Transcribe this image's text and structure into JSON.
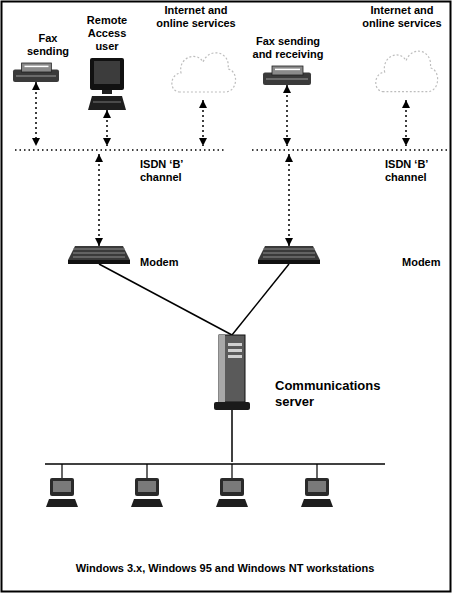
{
  "diagram": {
    "nodes": [
      {
        "text": [
          "Fax sending"
        ]
      },
      {
        "text": [
          "Remote Access user"
        ]
      },
      {
        "text": [
          "Internet and online services"
        ]
      },
      {
        "text": [
          "Fax sending and receiving"
        ]
      },
      {
        "text": [
          "Internet and online services"
        ]
      },
      {
        "text": [
          "ISDN ‘B’ channel"
        ]
      },
      {
        "text": [
          "ISDN ‘B’ channel"
        ]
      },
      {
        "text": [
          "Modem"
        ]
      },
      {
        "text": [
          "Modem"
        ]
      },
      {
        "text": [
          "Communications server"
        ]
      },
      {
        "text": [
          "Windows 3.x, Windows 95 and Windows NT workstations"
        ]
      }
    ],
    "edges": [
      {
        "from": 0,
        "to": 5,
        "arrow": "both"
      },
      {
        "from": 1,
        "to": 5,
        "arrow": "both"
      },
      {
        "from": 2,
        "to": 5,
        "arrow": "both"
      },
      {
        "from": 3,
        "to": 6,
        "arrow": "both"
      },
      {
        "from": 4,
        "to": 6,
        "arrow": "both"
      },
      {
        "from": 5,
        "to": 7,
        "arrow": "both"
      },
      {
        "from": 6,
        "to": 8,
        "arrow": "both"
      },
      {
        "from": 7,
        "to": 9,
        "arrow": "none"
      },
      {
        "from": 8,
        "to": 9,
        "arrow": "none"
      },
      {
        "from": 9,
        "to": 10,
        "arrow": "none"
      }
    ]
  }
}
